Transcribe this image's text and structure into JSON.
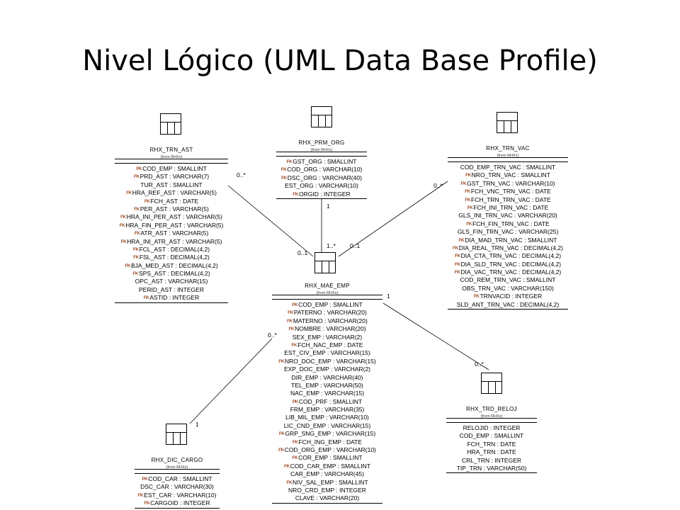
{
  "slide": {
    "title": "Nivel Lógico (UML Data Base Profile)"
  },
  "stereotype": "{from RHXx}",
  "entities": {
    "trn_ast": {
      "name": "RHX_TRN_AST",
      "columns": [
        {
          "key": "PK",
          "text": "COD_EMP : SMALLINT"
        },
        {
          "key": "FK",
          "text": "PRD_AST : VARCHAR(7)"
        },
        {
          "key": "",
          "text": "TUR_AST : SMALLINT"
        },
        {
          "key": "FK",
          "text": "HRA_REF_AST : VARCHAR(5)"
        },
        {
          "key": "FK",
          "text": "FCH_AST : DATE"
        },
        {
          "key": "FK",
          "text": "PER_AST : VARCHAR(5)"
        },
        {
          "key": "FK",
          "text": "HRA_INI_PER_AST : VARCHAR(5)"
        },
        {
          "key": "FK",
          "text": "HRA_FIN_PER_AST : VARCHAR(5)"
        },
        {
          "key": "FK",
          "text": "ATR_AST : VARCHAR(5)"
        },
        {
          "key": "FK",
          "text": "HRA_INI_ATR_AST : VARCHAR(5)"
        },
        {
          "key": "FK",
          "text": "FCL_AST : DECIMAL(4,2)"
        },
        {
          "key": "FK",
          "text": "FSL_AST : DECIMAL(4,2)"
        },
        {
          "key": "FK",
          "text": "BJA_MED_AST : DECIMAL(4,2)"
        },
        {
          "key": "FK",
          "text": "SPS_AST : DECIMAL(4,2)"
        },
        {
          "key": "",
          "text": "OPC_AST : VARCHAR(15)"
        },
        {
          "key": "",
          "text": "PERID_AST : INTEGER"
        },
        {
          "key": "FK",
          "text": "ASTID : INTEGER"
        }
      ]
    },
    "prm_org": {
      "name": "RHX_PRM_ORG",
      "columns": [
        {
          "key": "FK",
          "text": "GST_ORG : SMALLINT"
        },
        {
          "key": "FK",
          "text": "COD_ORG : VARCHAR(10)"
        },
        {
          "key": "FK",
          "text": "DSC_ORG : VARCHAR(40)"
        },
        {
          "key": "",
          "text": "EST_ORG : VARCHAR(10)"
        },
        {
          "key": "FK",
          "text": "ORGID : INTEGER"
        }
      ]
    },
    "trn_vac": {
      "name": "RHX_TRN_VAC",
      "columns": [
        {
          "key": "",
          "text": "COD_EMP_TRN_VAC : SMALLINT"
        },
        {
          "key": "FK",
          "text": "NRO_TRN_VAC : SMALLINT"
        },
        {
          "key": "FK",
          "text": "GST_TRN_VAC : VARCHAR(10)"
        },
        {
          "key": "FK",
          "text": "FCH_VNC_TRN_VAC : DATE"
        },
        {
          "key": "FK",
          "text": "FCH_TRN_TRN_VAC : DATE"
        },
        {
          "key": "FK",
          "text": "FCH_INI_TRN_VAC : DATE"
        },
        {
          "key": "",
          "text": "GLS_INI_TRN_VAC : VARCHAR(20)"
        },
        {
          "key": "FK",
          "text": "FCH_FIN_TRN_VAC : DATE"
        },
        {
          "key": "",
          "text": "GLS_FIN_TRN_VAC : VARCHAR(25)"
        },
        {
          "key": "FK",
          "text": "DIA_MAD_TRN_VAC : SMALLINT"
        },
        {
          "key": "FK",
          "text": "DIA_REAL_TRN_VAC : DECIMAL(4,2)"
        },
        {
          "key": "FK",
          "text": "DIA_CTA_TRN_VAC : DECIMAL(4,2)"
        },
        {
          "key": "FK",
          "text": "DIA_SLD_TRN_VAC : DECIMAL(4,2)"
        },
        {
          "key": "FK",
          "text": "DIA_VAC_TRN_VAC : DECIMAL(4,2)"
        },
        {
          "key": "",
          "text": "COD_REM_TRN_VAC : SMALLINT"
        },
        {
          "key": "",
          "text": "OBS_TRN_VAC : VARCHAR(150)"
        },
        {
          "key": "FK",
          "text": "TRNVACID : INTEGER"
        },
        {
          "key": "",
          "text": "SLD_ANT_TRN_VAC : DECIMAL(4,2)"
        }
      ]
    },
    "mae_emp": {
      "name": "RHX_MAE_EMP",
      "columns": [
        {
          "key": "PK",
          "text": "COD_EMP : SMALLINT"
        },
        {
          "key": "FK",
          "text": "PATERNO : VARCHAR(20)"
        },
        {
          "key": "FK",
          "text": "MATERNO : VARCHAR(20)"
        },
        {
          "key": "FK",
          "text": "NOMBRE : VARCHAR(20)"
        },
        {
          "key": "",
          "text": "SEX_EMP : VARCHAR(2)"
        },
        {
          "key": "FK",
          "text": "FCH_NAC_EMP : DATE"
        },
        {
          "key": "",
          "text": "EST_CIV_EMP : VARCHAR(15)"
        },
        {
          "key": "FK",
          "text": "NRO_DOC_EMP : VARCHAR(15)"
        },
        {
          "key": "",
          "text": "EXP_DOC_EMP : VARCHAR(2)"
        },
        {
          "key": "",
          "text": "DIR_EMP : VARCHAR(40)"
        },
        {
          "key": "",
          "text": "TEL_EMP : VARCHAR(50)"
        },
        {
          "key": "",
          "text": "NAC_EMP : VARCHAR(15)"
        },
        {
          "key": "PK",
          "text": "COD_PRF : SMALLINT"
        },
        {
          "key": "",
          "text": "FRM_EMP : VARCHAR(35)"
        },
        {
          "key": "",
          "text": "LIB_MIL_EMP : VARCHAR(10)"
        },
        {
          "key": "",
          "text": "LIC_CND_EMP : VARCHAR(15)"
        },
        {
          "key": "FK",
          "text": "GRP_SNG_EMP : VARCHAR(15)"
        },
        {
          "key": "FK",
          "text": "FCH_ING_EMP : DATE"
        },
        {
          "key": "FK",
          "text": "COD_ORG_EMP : VARCHAR(10)"
        },
        {
          "key": "FK",
          "text": "COR_EMP : SMALLINT"
        },
        {
          "key": "FK",
          "text": "COD_CAR_EMP : SMALLINT"
        },
        {
          "key": "",
          "text": "CAR_EMP : VARCHAR(45)"
        },
        {
          "key": "FK",
          "text": "NIV_SAL_EMP : SMALLINT"
        },
        {
          "key": "",
          "text": "NRO_CRD_EMP : INTEGER"
        },
        {
          "key": "",
          "text": "CLAVE : VARCHAR(20)"
        }
      ]
    },
    "trd_reloj": {
      "name": "RHX_TRD_RELOJ",
      "columns": [
        {
          "key": "",
          "text": "RELOJID : INTEGER"
        },
        {
          "key": "",
          "text": "COD_EMP : SMALLINT"
        },
        {
          "key": "",
          "text": "FCH_TRN : DATE"
        },
        {
          "key": "",
          "text": "HRA_TRN : DATE"
        },
        {
          "key": "",
          "text": "CRL_TRN : INTEGER"
        },
        {
          "key": "",
          "text": "TIP_TRN : VARCHAR(50)"
        }
      ]
    },
    "dic_cargo": {
      "name": "RHX_DIC_CARGO",
      "columns": [
        {
          "key": "PK",
          "text": "COD_CAR : SMALLINT"
        },
        {
          "key": "",
          "text": "DSC_CAR : VARCHAR(30)"
        },
        {
          "key": "FK",
          "text": "EST_CAR : VARCHAR(10)"
        },
        {
          "key": "FK",
          "text": "CARGOID : INTEGER"
        }
      ]
    }
  },
  "multiplicities": {
    "ast_end": "0..*",
    "emp_ast_end": "0..1",
    "org_end": "1",
    "emp_org_end": "1..*",
    "vac_end": "0..*",
    "emp_vac_end": "0..1",
    "emp_reloj_end": "1",
    "reloj_end": "0..*",
    "cargo_emp_end": "0..*",
    "cargo_end": "1"
  }
}
